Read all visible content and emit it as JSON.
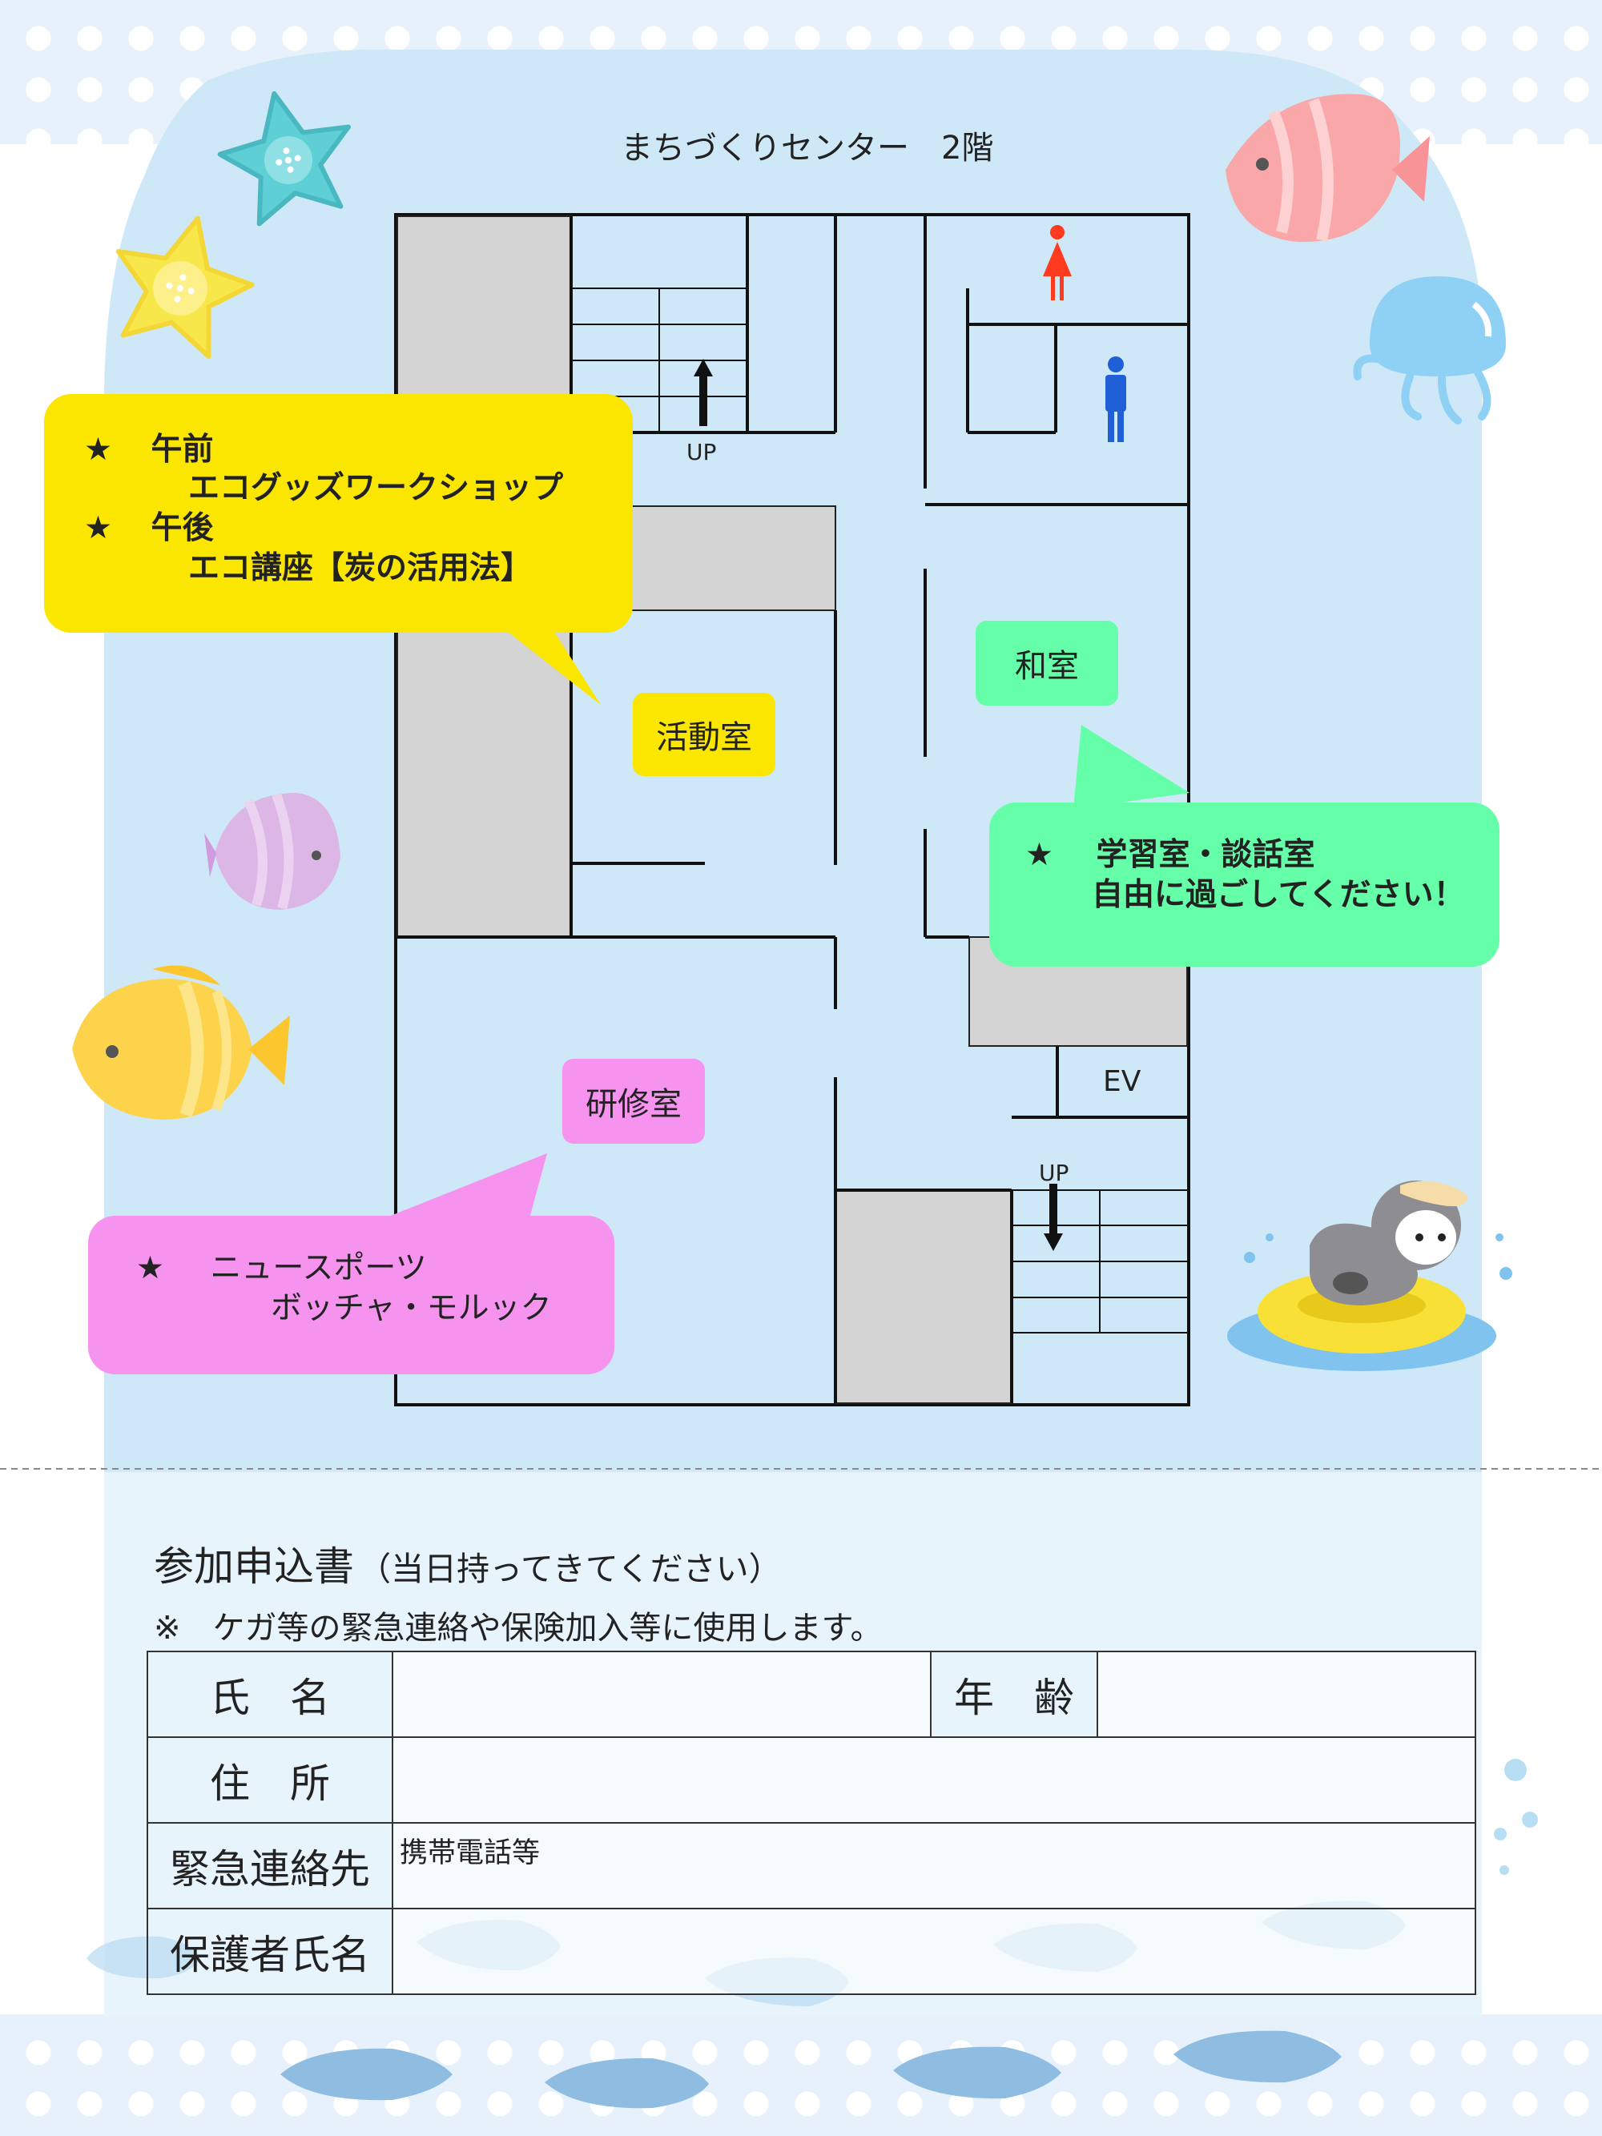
{
  "title": "まちづくりセンター　2階",
  "floor_plan": {
    "stairs_up_1": "UP",
    "stairs_up_2": "UP",
    "elevator": "EV",
    "rooms": {
      "activity": "活動室",
      "japanese": "和室",
      "training": "研修室"
    }
  },
  "bubbles": {
    "activity": {
      "lines": [
        {
          "star": "★",
          "text": "午前"
        },
        {
          "star": "",
          "text": "エコグッズワークショップ"
        },
        {
          "star": "★",
          "text": "午後"
        },
        {
          "star": "",
          "text": "エコ講座【炭の活用法】"
        }
      ],
      "color": "#fbe600"
    },
    "japanese": {
      "lines": [
        {
          "star": "★",
          "text": "学習室・談話室"
        },
        {
          "star": "",
          "text": "自由に過ごしてください！"
        }
      ],
      "color": "#64ffa8"
    },
    "training": {
      "lines": [
        {
          "star": "★",
          "text": "ニュースポーツ"
        },
        {
          "star": "",
          "text": "ボッチャ・モルック"
        }
      ],
      "color": "#f593ee"
    }
  },
  "form": {
    "title": "参加申込書",
    "title_note": "（当日持ってきてください）",
    "note": "※　ケガ等の緊急連絡や保険加入等に使用します。",
    "rows": {
      "name_label": "氏　名",
      "age_label": "年　齢",
      "address_label": "住　所",
      "emergency_label": "緊急連絡先",
      "emergency_hint": "携帯電話等",
      "guardian_label": "保護者氏名"
    }
  },
  "colors": {
    "page_bg": "#cfe8f7",
    "wall_gray": "#d4d4d4",
    "activity": "#fbe600",
    "japanese": "#64ffa8",
    "training": "#f593ee"
  },
  "icons": [
    "starfish-icon",
    "fish-icon",
    "jellyfish-icon",
    "penguin-icon",
    "female-restroom-icon",
    "male-restroom-icon",
    "arrow-up-icon",
    "arrow-down-icon"
  ]
}
